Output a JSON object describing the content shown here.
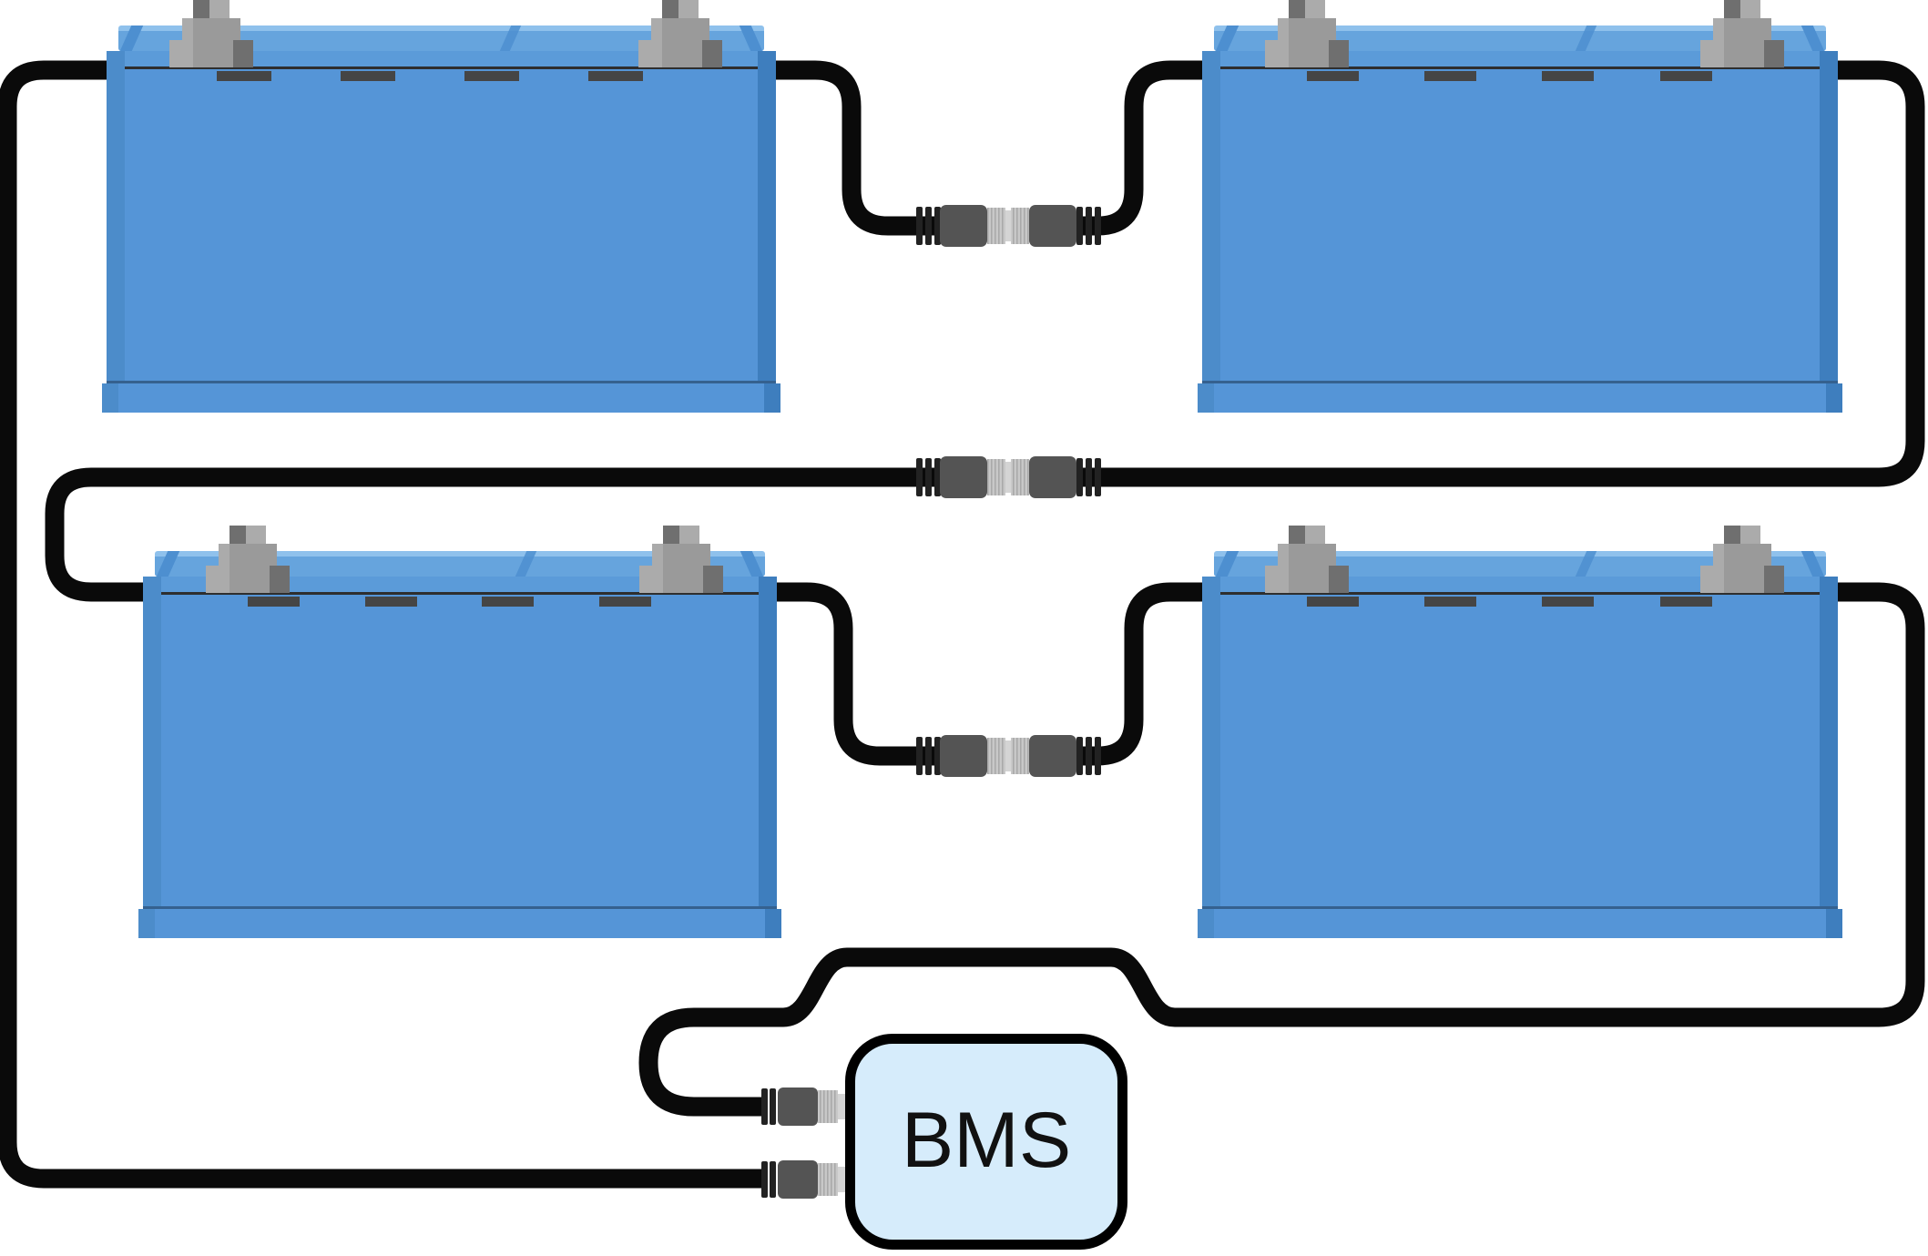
{
  "bms": {
    "label": "BMS"
  },
  "batteries": [
    {
      "id": "battery-top-left"
    },
    {
      "id": "battery-top-right"
    },
    {
      "id": "battery-bottom-left"
    },
    {
      "id": "battery-bottom-right"
    }
  ],
  "cables": [
    {
      "id": "cable-battery1-to-bms-bottom"
    },
    {
      "id": "cable-battery1-to-battery2"
    },
    {
      "id": "cable-battery2-to-battery3"
    },
    {
      "id": "cable-battery3-to-battery4"
    },
    {
      "id": "cable-battery4-to-bms-top"
    }
  ],
  "connectors": {
    "inline_count": 3,
    "bms_plug_count": 2
  },
  "colors": {
    "background": "#FFFFFF",
    "cable": "#0A0A0A",
    "battery_face": "#5595D7",
    "battery_rim": "#5B9BD9",
    "battery_lid": "#66A4DD",
    "battery_lid_highlight": "#8FC1EC",
    "battery_edge_left": "#4C8CCA",
    "battery_edge_right": "#3E7EBE",
    "battery_seam": "#4D8FD0",
    "vent_slot": "#454545",
    "separator_line": "#2E2E2E",
    "base_line": "#35618F",
    "terminal_light": "#ABABAB",
    "terminal_mid": "#9A9A9A",
    "terminal_dark": "#6F6F6F",
    "connector_body": "#545454",
    "connector_ring": "#C8C8C8",
    "connector_ring_shade": "#A9A9A9",
    "connector_neck": "#D4D4D4",
    "connector_ribs": "#222222",
    "bms_fill": "#D6ECFB",
    "bms_border": "#000000",
    "bms_text": "#111111"
  }
}
